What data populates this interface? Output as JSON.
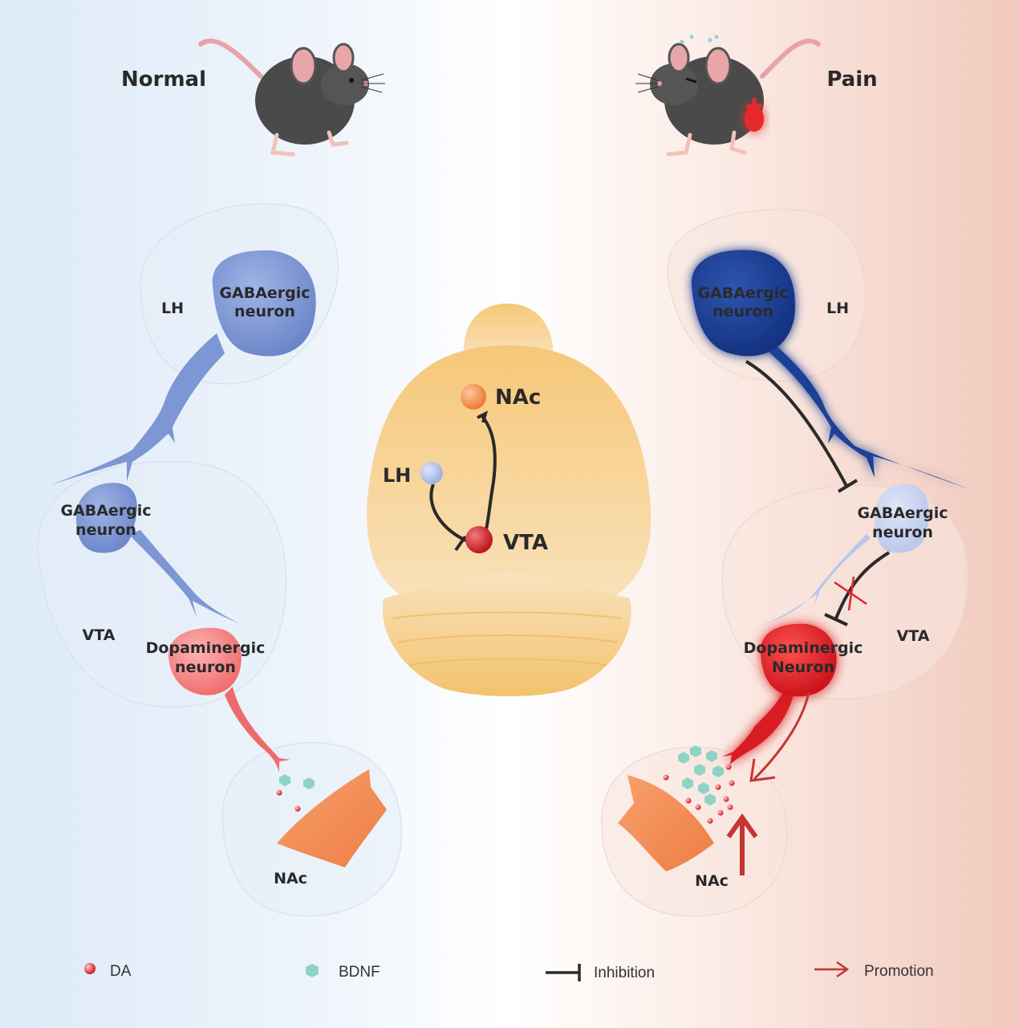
{
  "conditions": {
    "normal": "Normal",
    "pain": "Pain"
  },
  "left": {
    "lh": "LH",
    "gaba_top": [
      "GABAergic",
      "neuron"
    ],
    "gaba_vta": [
      "GABAergic",
      "neuron"
    ],
    "vta": "VTA",
    "da_neuron": [
      "Dopaminergic",
      "neuron"
    ],
    "nac": "NAc"
  },
  "center": {
    "nac": "NAc",
    "lh": "LH",
    "vta": "VTA"
  },
  "right": {
    "gaba_top": [
      "GABAergic",
      "neuron"
    ],
    "lh": "LH",
    "gaba_vta": [
      "GABAergic",
      "neuron"
    ],
    "vta": "VTA",
    "da_neuron": [
      "Dopaminergic",
      "Neuron"
    ],
    "nac": "NAc"
  },
  "legend": {
    "da": "DA",
    "bdnf": "BDNF",
    "inhibition": "Inhibition",
    "promotion": "Promotion"
  },
  "colors": {
    "gaba_light": "#7d97d4",
    "gaba_dark": "#1e3f95",
    "dopamine": "#e0252b",
    "nac_orange": "#f08a55",
    "brain": "#f6cc7c",
    "bdnf": "#8fd3c4"
  }
}
